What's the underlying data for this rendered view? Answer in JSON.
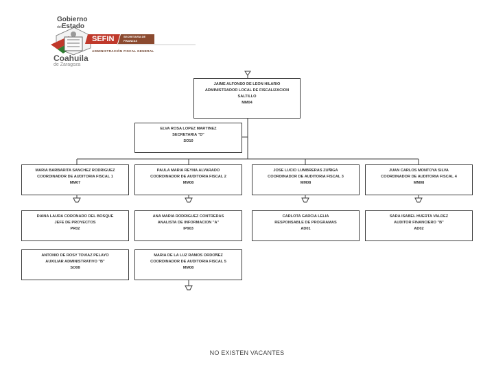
{
  "logo": {
    "gobierno": "Gobierno",
    "del": "del",
    "estado": "Estado",
    "coahuila": "Coahuila",
    "de": "de",
    "zaragoza": "Zaragoza",
    "sefin": "SEFIN",
    "secretaria": "SECRETARÍA DE FINANZAS",
    "administracion": "ADMINISTRACIÓN FISCAL GENERAL",
    "colors": {
      "red": "#c0392b",
      "green": "#2e7d32",
      "brown": "#8b4a2f"
    }
  },
  "chart": {
    "root": {
      "name": "JAIME ALFONSO DE LEON HILARIO",
      "title": "ADMINISTRADOR LOCAL DE FISCALIZACION",
      "location": "SALTILLO",
      "code": "MM04"
    },
    "secretary": {
      "name": "ELVA ROSA LOPEZ MARTINEZ",
      "title": "SECRETARIA \"D\"",
      "code": "SO10"
    },
    "row1": [
      {
        "name": "MARIA BARBARITA SANCHEZ RODRIGUEZ",
        "title": "COORDINADOR DE AUDITORIA FISCAL 1",
        "code": "MM07"
      },
      {
        "name": "PAULA MARIA REYNA ALVARADO",
        "title": "COORDINADOR DE AUDITORIA FISCAL 2",
        "code": "MM08"
      },
      {
        "name": "JOSE LUCIO LUMBRERAS ZUÑIGA",
        "title": "COORDINADOR DE AUDITORIA FISCAL 3",
        "code": "MM08"
      },
      {
        "name": "JUAN CARLOS MONTOYA SILVA",
        "title": "COORDINADOR DE AUDITORIA FISCAL 4",
        "code": "MM08"
      }
    ],
    "row2": [
      {
        "name": "DIANA LAURA CORONADO DEL BOSQUE",
        "title": "JEFE DE PROYECTOS",
        "code": "PR02"
      },
      {
        "name": "ANA MARIA RODRIGUEZ CONTRERAS",
        "title": "ANALISTA DE INFORMACION \"A\"",
        "code": "IP903"
      },
      {
        "name": "CARLOTA GARCIA LELIA",
        "title": "RESPONSABLE DE PROGRAMAS",
        "code": "AD01"
      },
      {
        "name": "SARA ISABEL HUERTA VALDEZ",
        "title": "AUDITOR FINANCIERO \"B\"",
        "code": "AD02"
      }
    ],
    "row3": [
      {
        "name": "ANTONIO DE ROSY TOVIAZ PELAYO",
        "title": "AUXILIAR ADMINISTRATIVO \"B\"",
        "code": "SO08"
      },
      {
        "name": "MARIA DE LA LUZ RAMOS ORDOÑEZ",
        "title": "COORDINADOR DE AUDITORIA FISCAL 5",
        "code": "MM08"
      }
    ]
  },
  "footer": {
    "text": "NO EXISTEN VACANTES"
  }
}
